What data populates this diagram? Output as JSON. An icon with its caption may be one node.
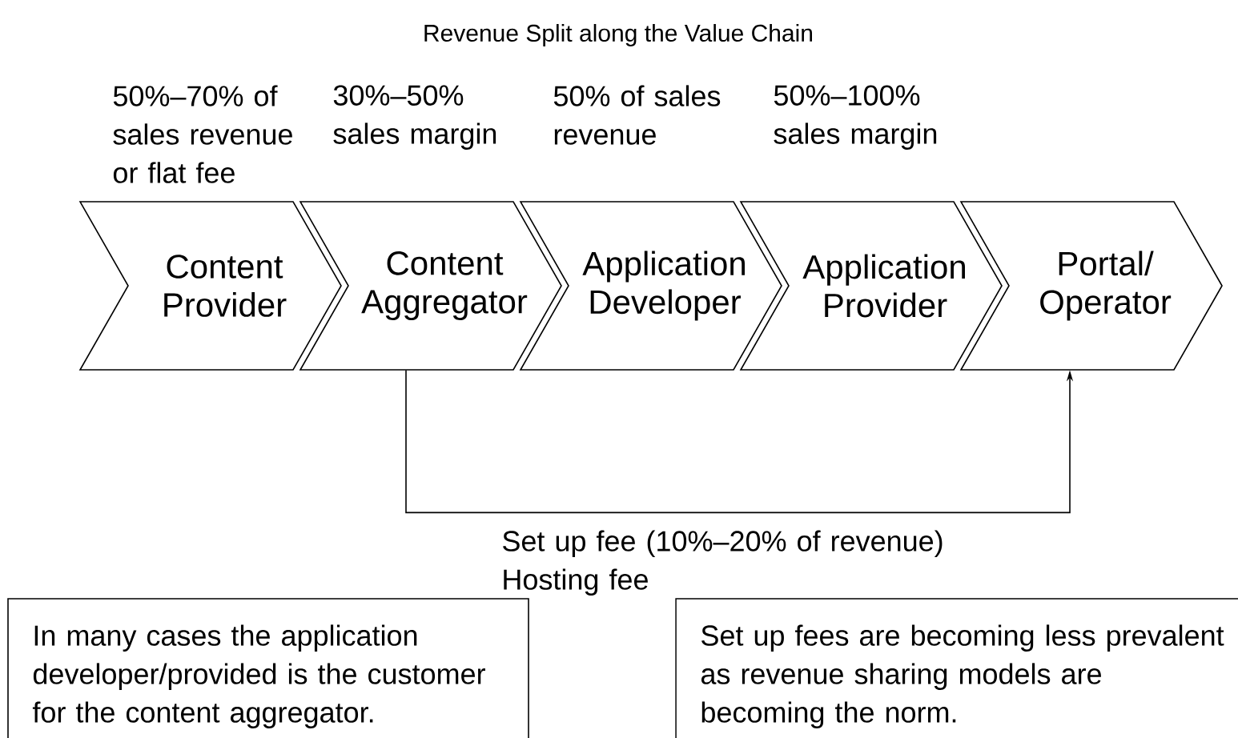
{
  "diagram": {
    "title": "Revenue Split along the Value Chain",
    "nodes": [
      {
        "text": [
          "Content Provider"
        ],
        "beside": [
          "50%–70% of sales revenue or flat fee"
        ]
      },
      {
        "text": [
          "Content Aggregator"
        ],
        "beside": [
          "30%–50% sales margin"
        ]
      },
      {
        "text": [
          "Application Developer"
        ],
        "beside": [
          "50% of sales revenue"
        ]
      },
      {
        "text": [
          "Application Provider"
        ],
        "beside": [
          "50%–100% sales margin"
        ]
      },
      {
        "text": [
          "Portal/ Operator"
        ]
      },
      {
        "text": [
          "In many cases the application developer/provided is the customer for the content aggregator."
        ]
      },
      {
        "text": [
          "Set up fees are becoming less prevalent as revenue sharing models are becoming the norm."
        ]
      }
    ],
    "edges": [
      {
        "from": 1,
        "to": 4,
        "arrow": "to",
        "label": "Set up fee (10%–20% of revenue) Hosting fee"
      }
    ]
  }
}
